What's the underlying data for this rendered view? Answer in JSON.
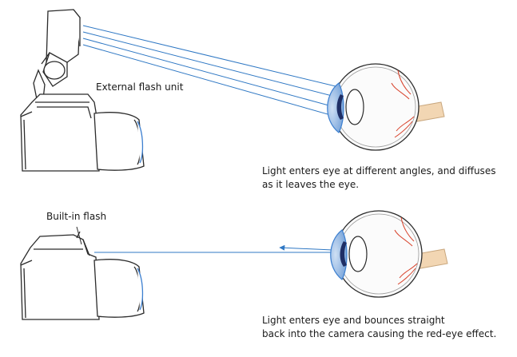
{
  "labels": {
    "external_flash": "External flash unit",
    "builtin_flash": "Built-in flash",
    "caption_top_line1": "Light enters eye at different angles, and diffuses",
    "caption_top_line2": "as it leaves the eye.",
    "caption_bottom_line1": "Light enters eye and bounces straight",
    "caption_bottom_line2": "back into the camera causing the red-eye effect."
  },
  "colors": {
    "outline": "#2b2b2b",
    "light_ray": "#2f78c4",
    "cornea": "#3c7fd0",
    "cornea_light": "#b9d2ee",
    "iris": "#1f2f66",
    "vessel": "#d8432c",
    "optic_nerve": "#f2d6b3",
    "eye_fill": "#fbfbfb",
    "camera_fill": "#ffffff"
  }
}
